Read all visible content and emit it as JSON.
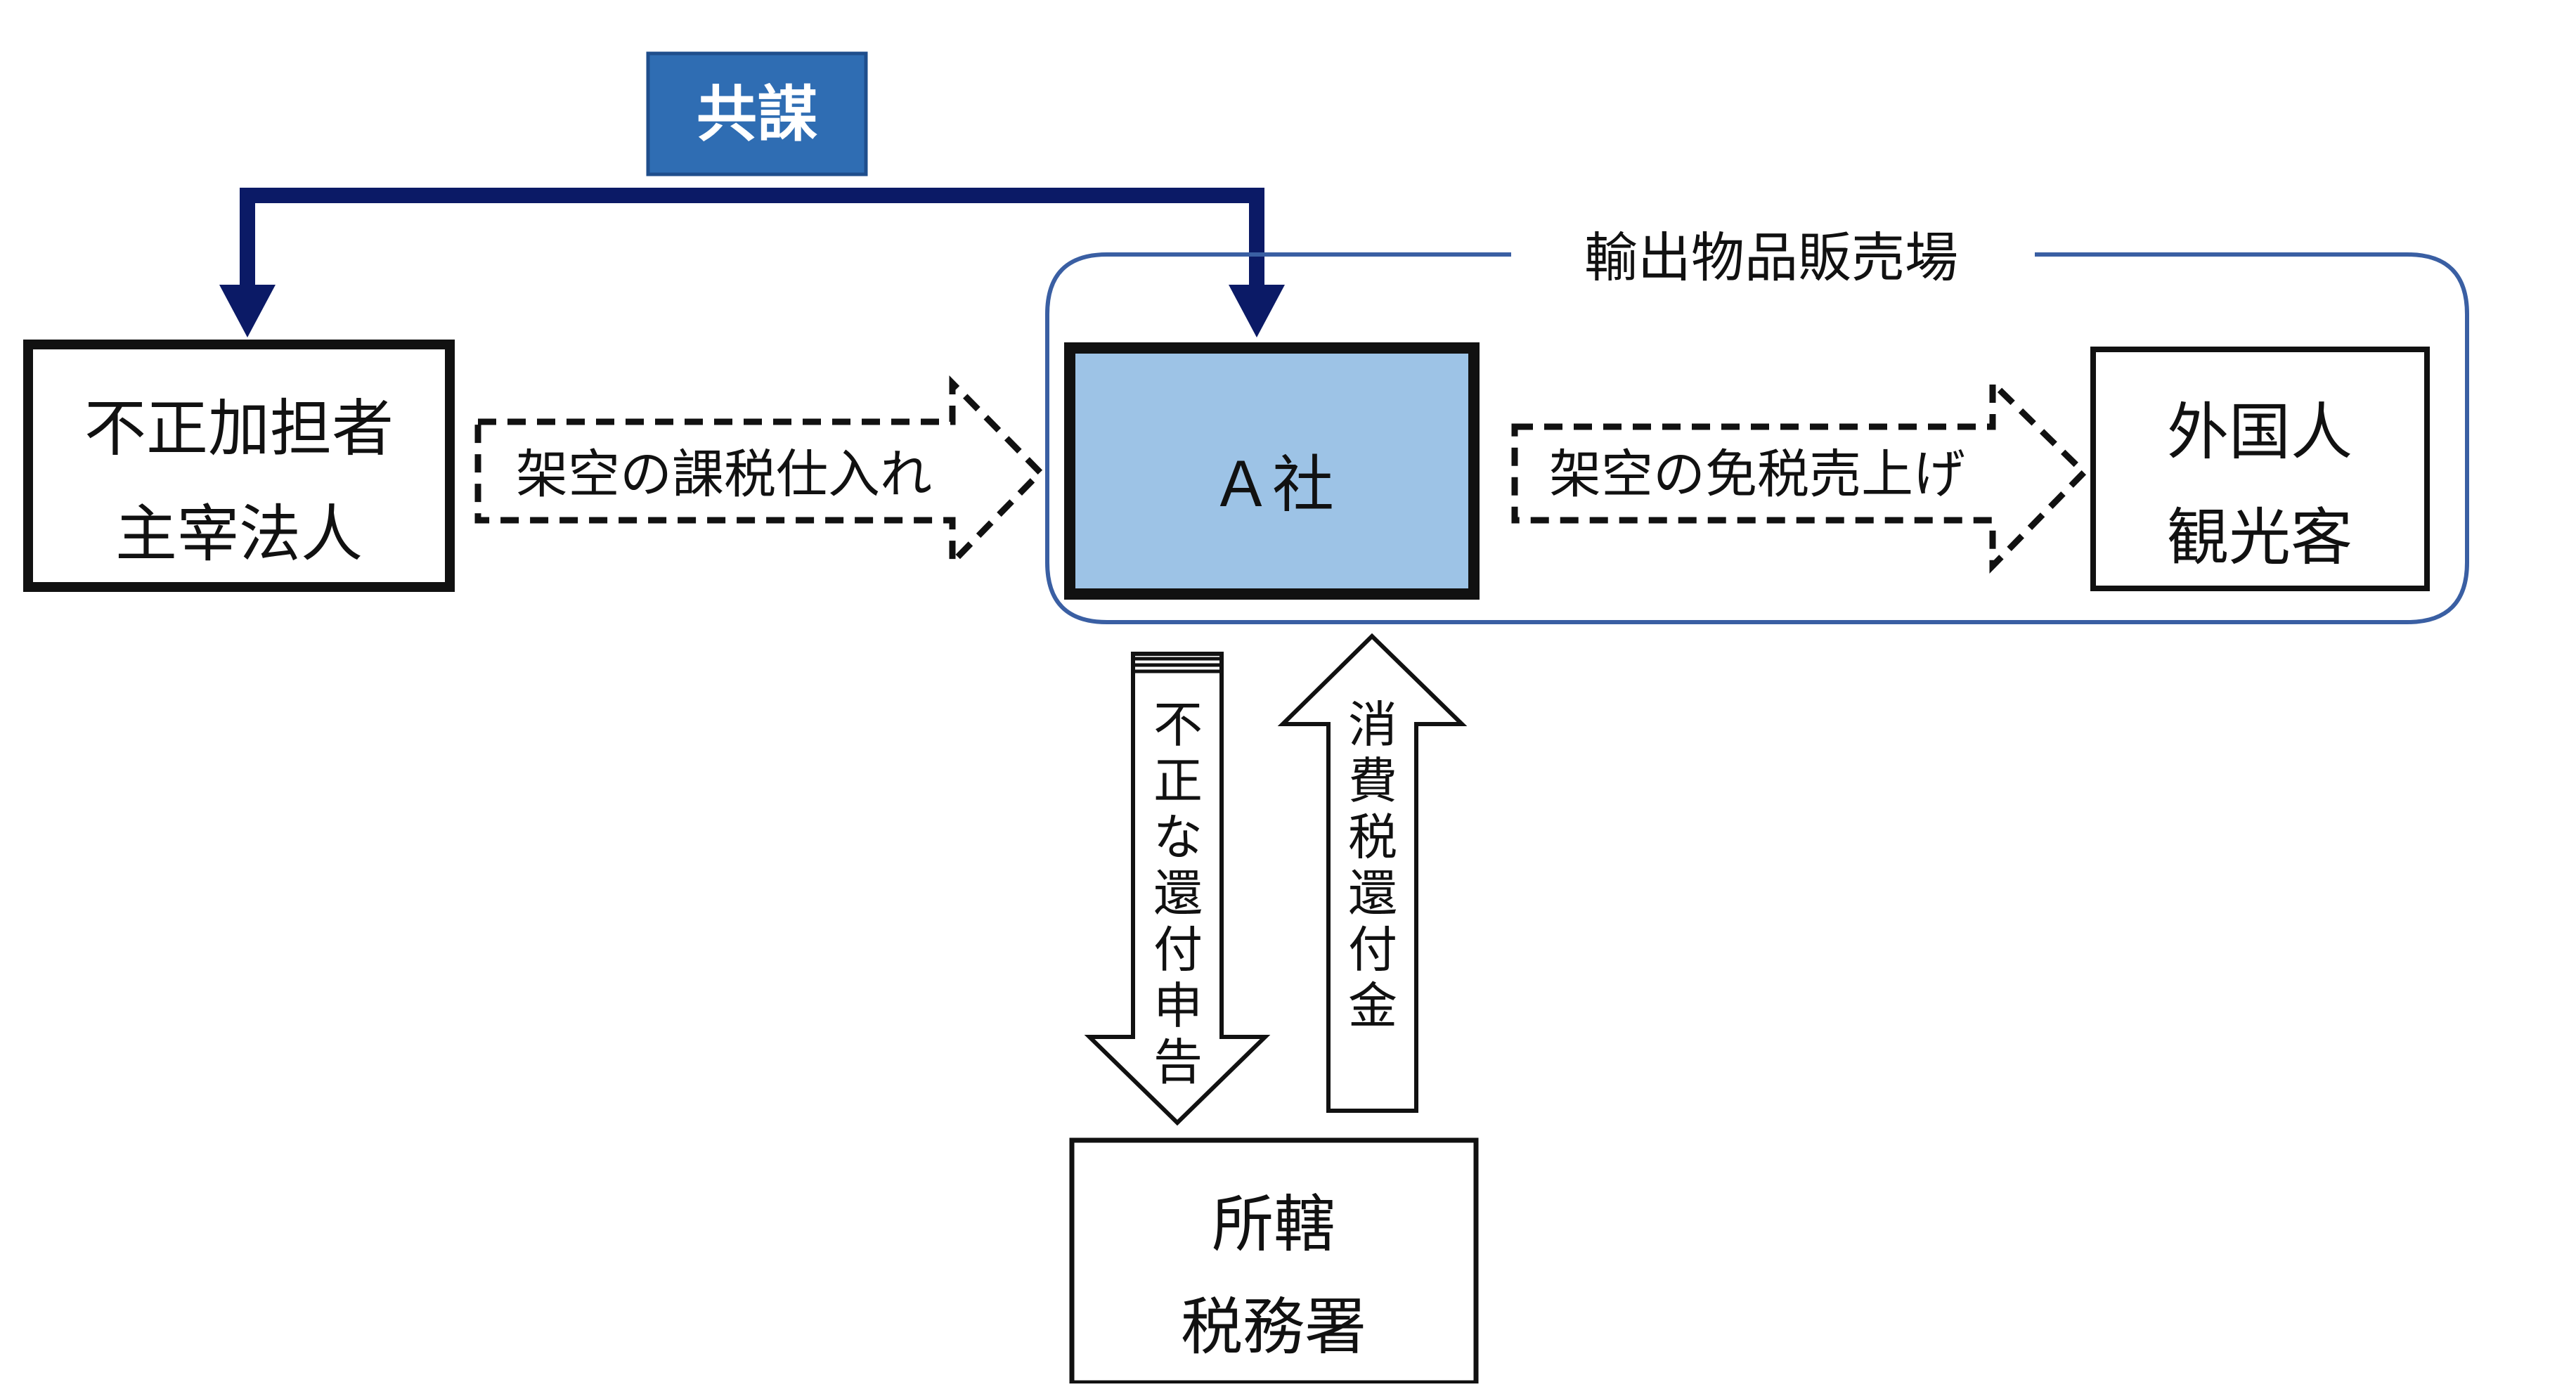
{
  "labels": {
    "collusion": "共謀",
    "export_area": "輸出物品販売場",
    "fraud_corp_line1": "不正加担者",
    "fraud_corp_line2": "主宰法人",
    "company_a": "Ａ社",
    "foreign_line1": "外国人",
    "foreign_line2": "観光客",
    "tax_office_line1": "所轄",
    "tax_office_line2": "税務署",
    "fake_purchase": "架空の課税仕入れ",
    "fake_sales": "架空の免税売上げ",
    "improper_refund": [
      "不",
      "正",
      "な",
      "還",
      "付",
      "申",
      "告"
    ],
    "tax_refund": [
      "消",
      "費",
      "税",
      "還",
      "付",
      "金"
    ]
  },
  "colors": {
    "collusion_fill": "#2f6db3",
    "collusion_border": "#1f4e8c",
    "collusion_text": "#ffffff",
    "connector": "#0b1a66",
    "area_border": "#3a5fa3",
    "company_fill": "#9dc3e6",
    "ink": "#111111"
  }
}
